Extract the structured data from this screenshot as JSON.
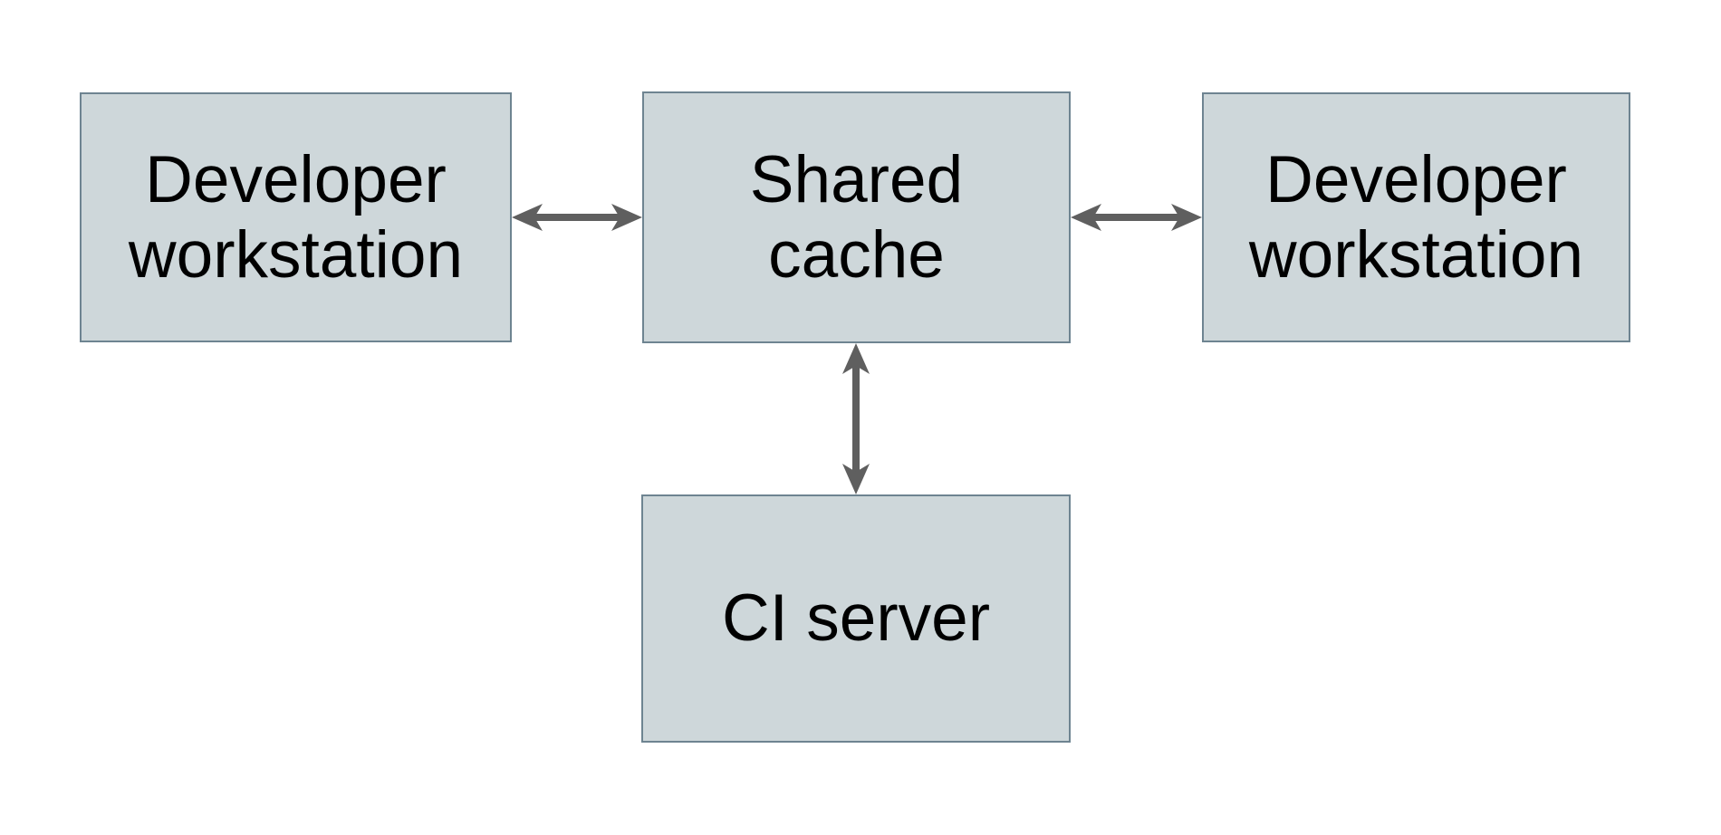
{
  "diagram": {
    "type": "architecture-diagram",
    "background_color": "#ffffff",
    "node_fill_color": "#ced7da",
    "node_border_color": "#6e8491",
    "arrow_color": "#5f5f5f",
    "text_color": "#000000",
    "nodes": [
      {
        "id": "developer-workstation-left",
        "label": "Developer\nworkstation"
      },
      {
        "id": "shared-cache",
        "label": "Shared\ncache"
      },
      {
        "id": "developer-workstation-right",
        "label": "Developer\nworkstation"
      },
      {
        "id": "ci-server",
        "label": "CI server"
      }
    ],
    "connections": [
      {
        "from": "developer-workstation-left",
        "to": "shared-cache",
        "style": "bidirectional-arrow"
      },
      {
        "from": "shared-cache",
        "to": "developer-workstation-right",
        "style": "bidirectional-arrow"
      },
      {
        "from": "shared-cache",
        "to": "ci-server",
        "style": "bidirectional-arrow"
      }
    ]
  }
}
